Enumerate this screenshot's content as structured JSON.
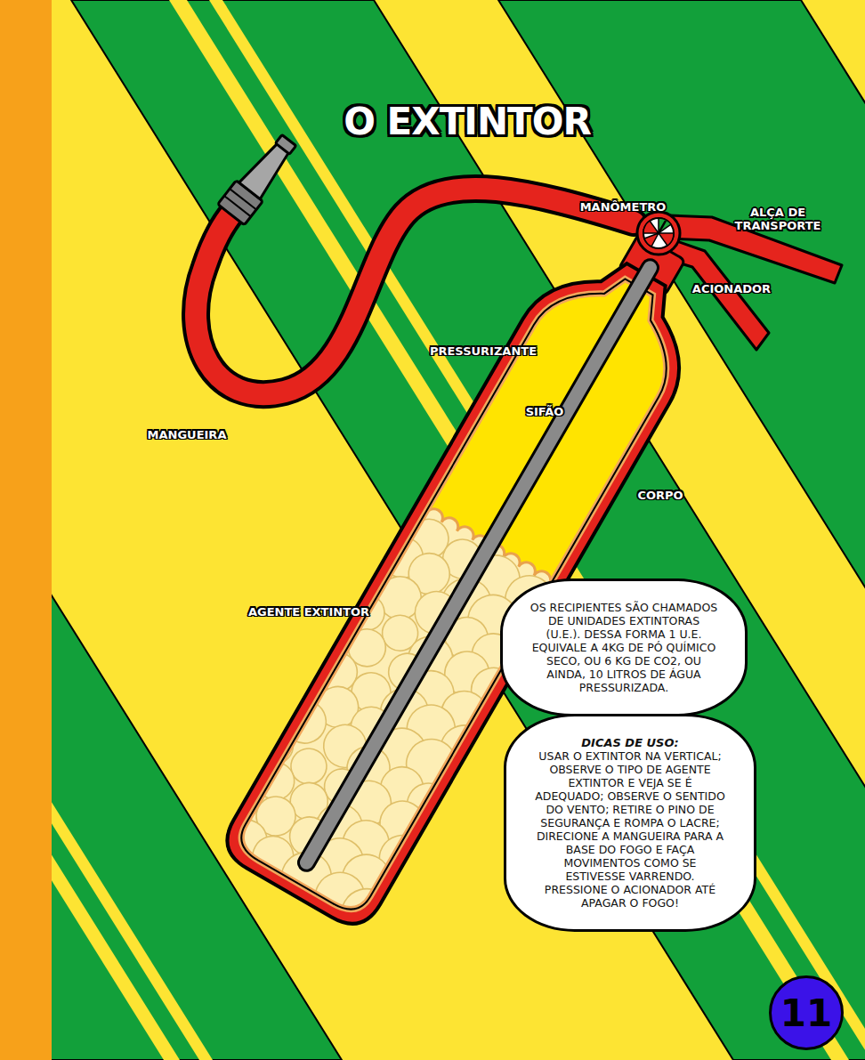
{
  "diagram": {
    "title": "O EXTINTOR",
    "nodes": [
      {
        "text": [
          "OS RECIPIENTES SÃO CHAMADOS DE UNIDADES EXTINTORAS (U.E.). DESSA FORMA 1 U.E. EQUIVALE A 4KG DE PÓ QUÍMICO SECO, OU 6 KG DE CO2, OU AINDA, 10 LITROS DE ÁGUA PRESSURIZADA."
        ]
      },
      {
        "text": [
          "DICAS DE USO:",
          "USAR O EXTINTOR NA VERTICAL; OBSERVE O TIPO DE AGENTE EXTINTOR E VEJA SE É ADEQUADO; OBSERVE O SENTIDO DO VENTO; RETIRE O PINO DE SEGURANÇA E ROMPA O LACRE; DIRECIONE A MANGUEIRA PARA A BASE DO FOGO E FAÇA MOVIMENTOS COMO SE ESTIVESSE VARRENDO. PRESSIONE O ACIONADOR ATÉ APAGAR O FOGO!"
        ]
      },
      {
        "text": [
          "11"
        ]
      }
    ],
    "labels": [
      "MANÔMETRO",
      "ALÇA DE TRANSPORTE",
      "ACIONADOR",
      "PRESSURIZANTE",
      "SIFÃO",
      "MANGUEIRA",
      "CORPO",
      "AGENTE EXTINTOR"
    ]
  }
}
